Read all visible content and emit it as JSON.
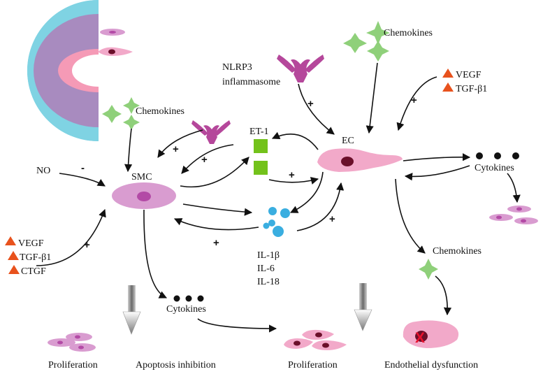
{
  "diagram": {
    "labels": {
      "nlrp3_line1": "NLRP3",
      "nlrp3_line2": "inflammasome",
      "chemokines_top": "Chemokines",
      "chemokines_smc": "Chemokines",
      "chemokines_ec": "Chemokines",
      "vegf_right": "VEGF",
      "tgf_right": "TGF-β1",
      "et1": "ET-1",
      "ec": "EC",
      "smc": "SMC",
      "no": "NO",
      "no_sign": "-",
      "vegf_left": "VEGF",
      "tgf_left": "TGF-β1",
      "ctgf_left": "CTGF",
      "cytokines_right": "Cytokines",
      "cytokines_bottom": "Cytokines",
      "il1b": "IL-1β",
      "il6": "IL-6",
      "il18": "IL-18",
      "plus": "+"
    },
    "outcomes": {
      "proliferation_1": "Proliferation",
      "apoptosis_inhibition": "Apoptosis inhibition",
      "proliferation_2": "Proliferation",
      "endothelial_dysfunction": "Endothelial dysfunction"
    },
    "colors": {
      "adventitia": "#7fd3e3",
      "media": "#a88bbf",
      "intima": "#f59ab6",
      "smc_cell": "#d99cd0",
      "smc_nucleus": "#b34aa6",
      "ec_cell": "#f2a9c9",
      "ec_nucleus": "#6b0f2a",
      "inflammasome": "#b5479b",
      "chemokine": "#8fd07a",
      "growth_factor": "#e8521d",
      "et1": "#73c21b",
      "interleukin": "#3aaee0",
      "cytokine_dot": "#111111"
    }
  }
}
